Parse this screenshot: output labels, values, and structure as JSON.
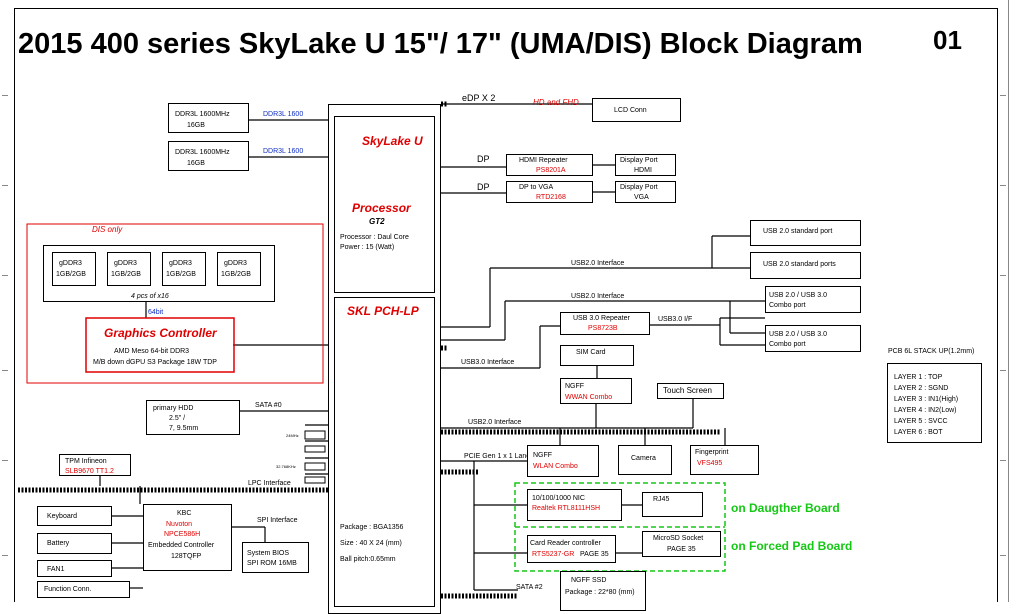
{
  "title": "2015 400 series SkyLake U 15\"/ 17\" (UMA/DIS) Block Diagram",
  "page_number": "01",
  "cpu": {
    "name": "SkyLake U",
    "processor_heading": "Processor",
    "gt": "GT2",
    "processor_line": "Processor : Daul  Core",
    "power_line": "Power : 15  (Watt)",
    "pch_name": "SKL PCH-LP",
    "package_line": "Package : BGA1356",
    "size_line": "Size : 40 X 24 (mm)",
    "pitch_line": "Ball pitch:0.65mm"
  },
  "memory": [
    {
      "type": "DDR3L  1600MHz",
      "size": "16GB",
      "bus_label": "DDR3L 1600"
    },
    {
      "type": "DDR3L  1600MHz",
      "size": "16GB",
      "bus_label": "DDR3L 1600"
    }
  ],
  "dis": {
    "label": "DIS only",
    "chips": [
      {
        "type": "gDDR3",
        "size": "1GB/2GB"
      },
      {
        "type": "gDDR3",
        "size": "1GB/2GB"
      },
      {
        "type": "gDDR3",
        "size": "1GB/2GB"
      },
      {
        "type": "gDDR3",
        "size": "1GB/2GB"
      }
    ],
    "pcs_label": "4 pcs of x16",
    "bus_label": "64bit",
    "gc_title": "Graphics Controller",
    "gc_line1": "AMD Meso 64-bit DDR3",
    "gc_line2": "M/B down dGPU S3 Package 18W TDP"
  },
  "display": {
    "edp_label": "eDP X 2",
    "edp_note": "HD and FHD",
    "lcd": "LCD Conn",
    "dp1_label": "DP",
    "hdmi_repeater": "HDMI Repeater",
    "hdmi_part": "PS8201A",
    "dp_port_hdmi_1": "Display Port",
    "dp_port_hdmi_2": "HDMI",
    "dp2_label": "DP",
    "dp_to_vga": "DP to VGA",
    "vga_part": "RTD2168",
    "dp_port_vga_1": "Display Port",
    "dp_port_vga_2": "VGA"
  },
  "usb": {
    "usb20_label_1": "USB2.0 Interface",
    "usb20_label_2": "USB2.0 Interface",
    "usb30_label": "USB3.0 Interface",
    "usb30_if_label": "USB3.0 I/F",
    "port1": "USB 2.0 standard port",
    "port2": "USB 2.0 standard ports",
    "combo1_l1": "USB 2.0 / USB 3.0",
    "combo1_l2": "Combo port",
    "combo2_l1": "USB 2.0 / USB 3.0",
    "combo2_l2": "Combo port",
    "repeater": "USB 3.0 Repeater",
    "repeater_part": "PS8723B",
    "usb20_label_3": "USB2.0 Interface"
  },
  "wwan": {
    "sim": "SIM Card",
    "ngff": "NGFF",
    "combo": "WWAN Combo"
  },
  "touch": "Touch Screen",
  "camera": "Camera",
  "fingerprint": {
    "name": "Fingerprint",
    "part": "VFS495"
  },
  "wlan": {
    "ngff": "NGFF",
    "combo": "WLAN Combo",
    "pcie_label": "PCIE Gen 1 x 1 Lane"
  },
  "nic": {
    "name": "10/100/1000 NIC",
    "part": "Realtek RTL8111HSH",
    "rj45": "RJ45"
  },
  "card": {
    "name": "Card Reader controller",
    "part": "RTS5237-GR",
    "page": "PAGE 35",
    "sd1": "MicroSD Socket",
    "sd2": "PAGE 35"
  },
  "daughter_note": "on Daugther Board",
  "forced_note": "on Forced Pad Board",
  "ssd": {
    "sata": "SATA #2",
    "name": "NGFF SSD",
    "pkg": "Package : 22*80 (mm)"
  },
  "hdd": {
    "l1": "primary HDD",
    "l2": "2.5\" /",
    "l3": "7, 9.5mm",
    "sata": "SATA #0"
  },
  "tpm": {
    "l1": "TPM  Infineon",
    "part": "SLB9670 TT1.2"
  },
  "lpc_label": "LPC Interface",
  "kbc": {
    "name": "KBC",
    "vendor": "Nuvoton",
    "part": "NPCE586H",
    "l3": "Embedded Controller",
    "l4": "128TQFP"
  },
  "spi_label": "SPI Interface",
  "bios": {
    "l1": "System BIOS",
    "l2": "SPI ROM 16MB"
  },
  "ec_devices": [
    "Keyboard",
    "Battery",
    "FAN1",
    "Function Conn."
  ],
  "stack": {
    "heading": "PCB 6L STACK UP(1.2mm)",
    "layers": [
      "LAYER 1 : TOP",
      "LAYER 2 : SGND",
      "LAYER 3 : IN1(High)",
      "LAYER 4 : IN2(Low)",
      "LAYER 5 : SVCC",
      "LAYER 6 : BOT"
    ]
  }
}
